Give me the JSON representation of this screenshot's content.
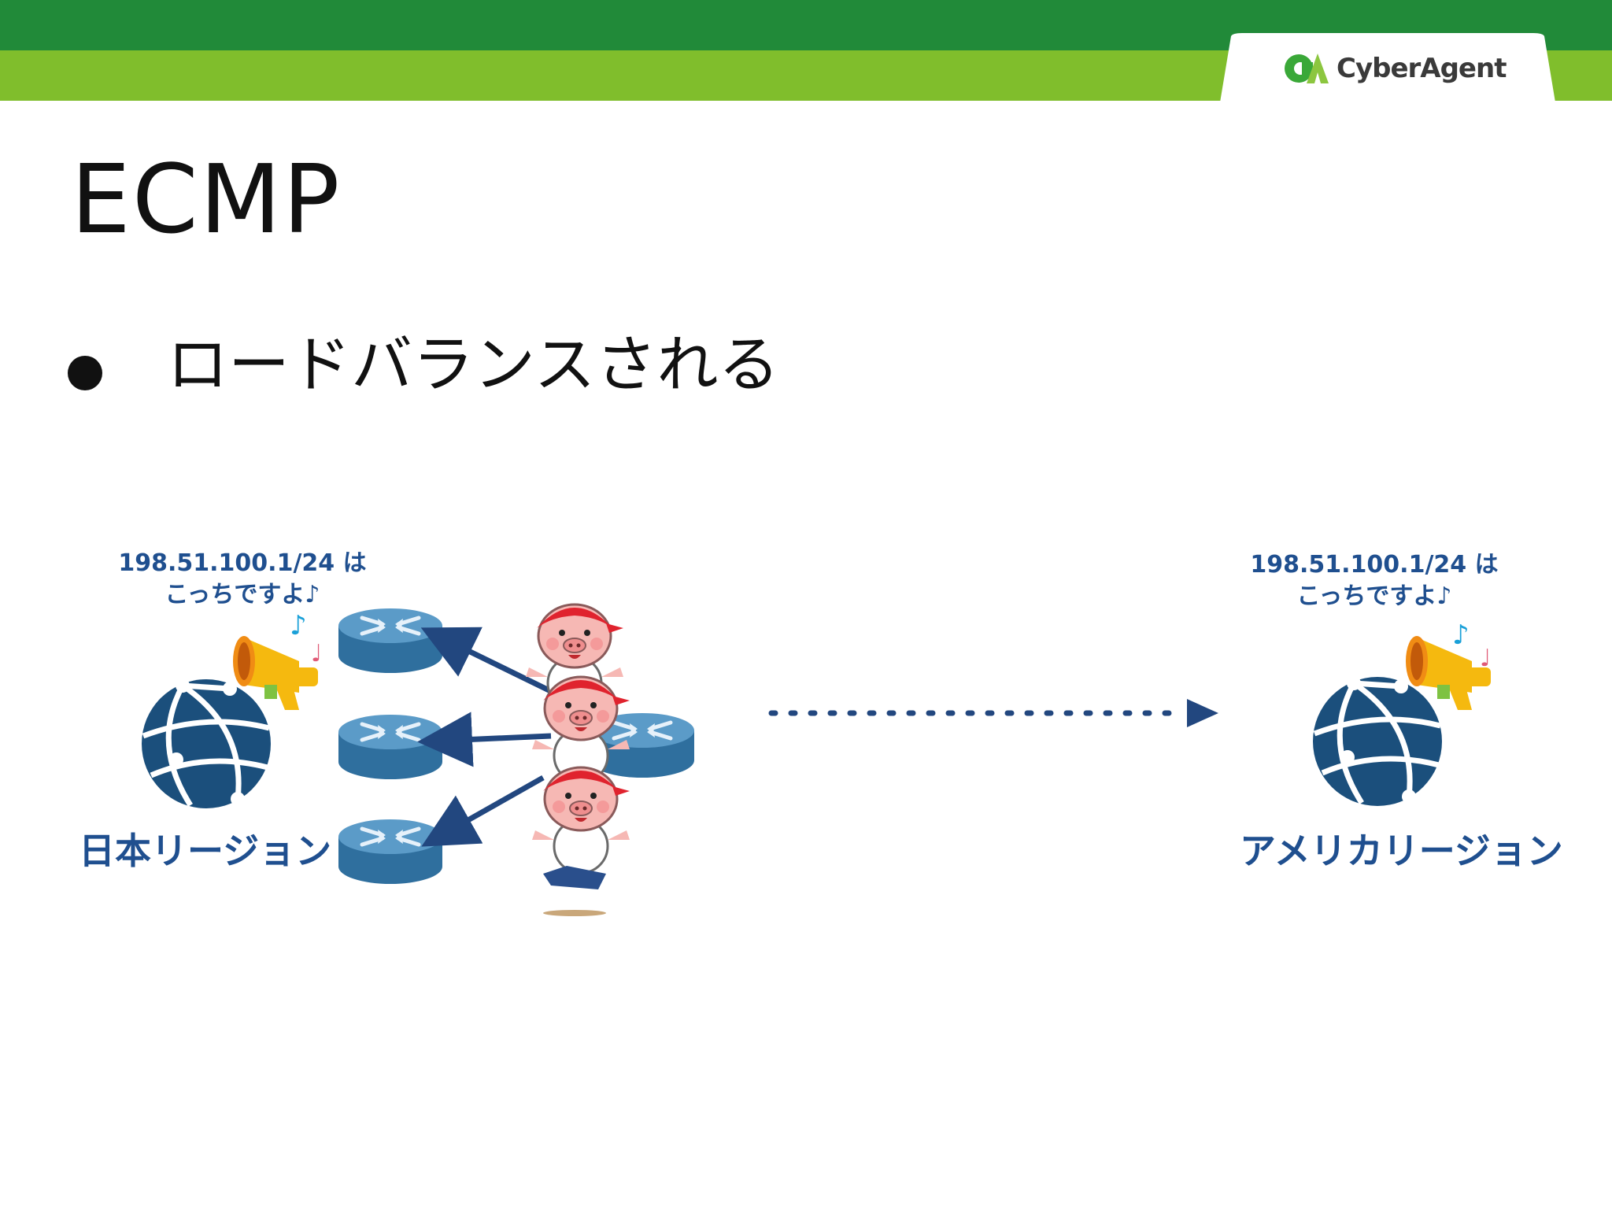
{
  "header": {
    "logo_text": "CyberAgent",
    "logo_mark": "CA",
    "colors": {
      "band_top": "#218a39",
      "band_bottom": "#80be2c",
      "logo_mark_green": "#3aa838",
      "logo_mark_light": "#8cc63f"
    }
  },
  "slide": {
    "title": "ECMP",
    "bullets": [
      {
        "text": "ロードバランスされる"
      }
    ]
  },
  "diagram": {
    "left_region": {
      "announcement_line1": "198.51.100.1/24 は",
      "announcement_line2": "こっちですよ♪",
      "label": "日本リージョン"
    },
    "right_region": {
      "announcement_line1": "198.51.100.1/24 は",
      "announcement_line2": "こっちですよ♪",
      "label": "アメリカリージョン"
    },
    "colors": {
      "text_blue": "#1f4f8f",
      "router_blue": "#4a86b4",
      "globe_navy": "#1b4f7c",
      "arrow_navy": "#22477f",
      "megaphone_yellow": "#f5b90f"
    },
    "icons": [
      "globe-network-icon",
      "megaphone-icon",
      "router-icon",
      "pig-runner-icon",
      "music-note-icon"
    ]
  }
}
